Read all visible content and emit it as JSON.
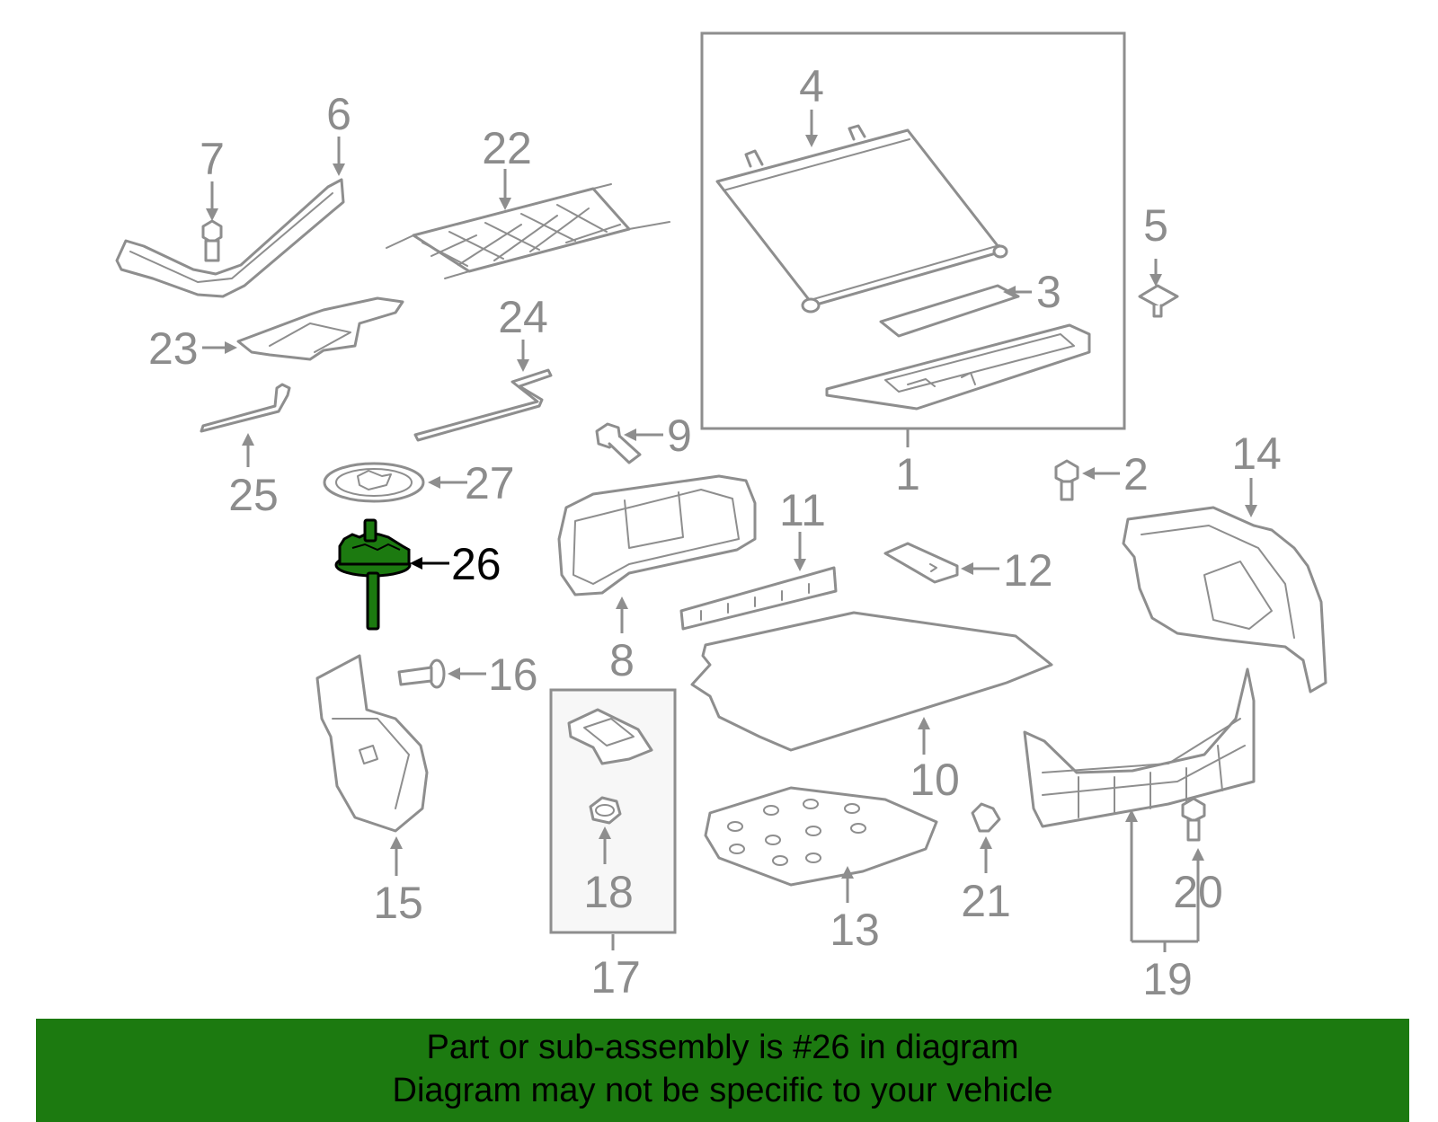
{
  "colors": {
    "highlight": "#1c7a10",
    "line": "#8e8e8e",
    "label": "#8c8c8c",
    "banner_background": "#1c7a10"
  },
  "highlighted_part": "26",
  "callouts": [
    {
      "id": "1",
      "label": "1"
    },
    {
      "id": "2",
      "label": "2"
    },
    {
      "id": "3",
      "label": "3"
    },
    {
      "id": "4",
      "label": "4"
    },
    {
      "id": "5",
      "label": "5"
    },
    {
      "id": "6",
      "label": "6"
    },
    {
      "id": "7",
      "label": "7"
    },
    {
      "id": "8",
      "label": "8"
    },
    {
      "id": "9",
      "label": "9"
    },
    {
      "id": "10",
      "label": "10"
    },
    {
      "id": "11",
      "label": "11"
    },
    {
      "id": "12",
      "label": "12"
    },
    {
      "id": "13",
      "label": "13"
    },
    {
      "id": "14",
      "label": "14"
    },
    {
      "id": "15",
      "label": "15"
    },
    {
      "id": "16",
      "label": "16"
    },
    {
      "id": "17",
      "label": "17"
    },
    {
      "id": "18",
      "label": "18"
    },
    {
      "id": "19",
      "label": "19"
    },
    {
      "id": "20",
      "label": "20"
    },
    {
      "id": "21",
      "label": "21"
    },
    {
      "id": "22",
      "label": "22"
    },
    {
      "id": "23",
      "label": "23"
    },
    {
      "id": "24",
      "label": "24"
    },
    {
      "id": "25",
      "label": "25"
    },
    {
      "id": "26",
      "label": "26"
    },
    {
      "id": "27",
      "label": "27"
    }
  ],
  "banner": {
    "line1": "Part or sub-assembly is #26 in diagram",
    "line2": "Diagram may not be specific to your vehicle"
  }
}
